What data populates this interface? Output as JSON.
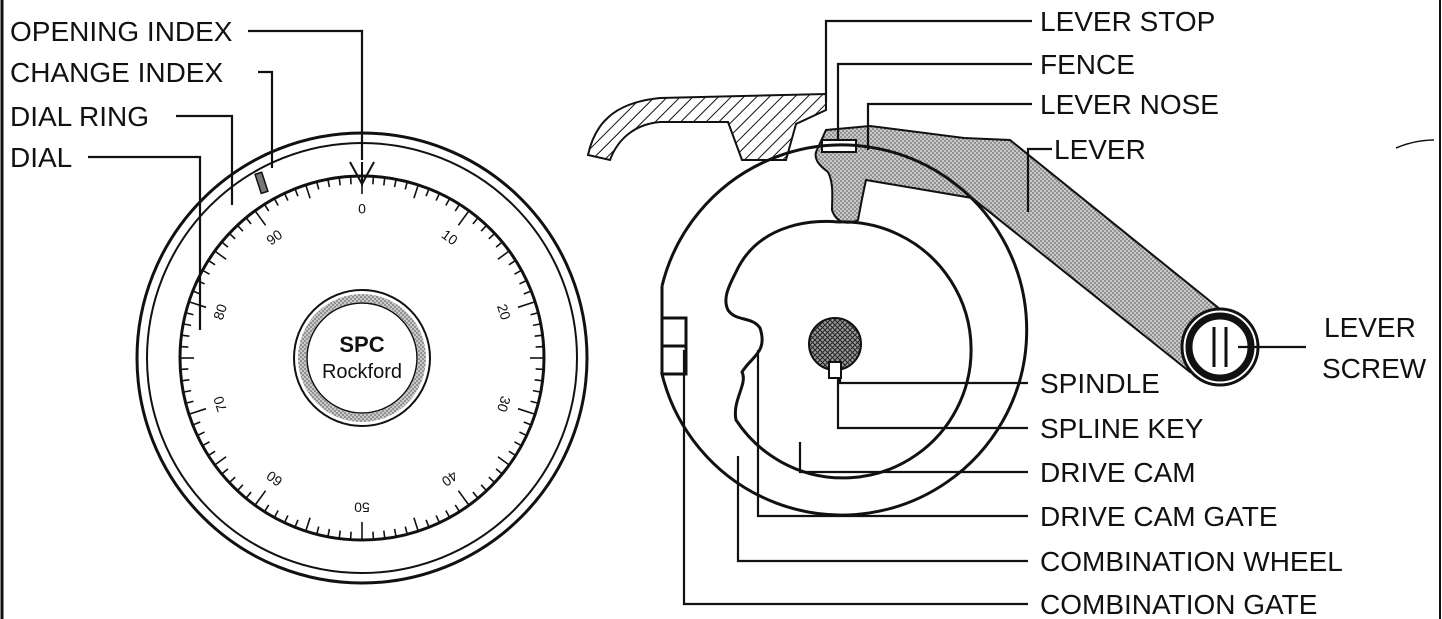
{
  "dial_face": {
    "brand": "SPC",
    "city": "Rockford",
    "numbers": [
      "0",
      "10",
      "20",
      "30",
      "40",
      "50",
      "60",
      "70",
      "80",
      "90"
    ]
  },
  "labels": {
    "opening_index": "OPENING INDEX",
    "change_index": "CHANGE INDEX",
    "dial_ring": "DIAL RING",
    "dial": "DIAL",
    "lever_stop": "LEVER STOP",
    "fence": "FENCE",
    "lever_nose": "LEVER NOSE",
    "lever": "LEVER",
    "lever_screw_line1": "LEVER",
    "lever_screw_line2": "SCREW",
    "spindle": "SPINDLE",
    "spline_key": "SPLINE KEY",
    "drive_cam": "DRIVE CAM",
    "drive_cam_gate": "DRIVE CAM GATE",
    "combination_wheel": "COMBINATION WHEEL",
    "combination_gate": "COMBINATION GATE"
  },
  "colors": {
    "ink": "#111111",
    "stipple": "#b8b8b8",
    "background": "#ffffff"
  }
}
